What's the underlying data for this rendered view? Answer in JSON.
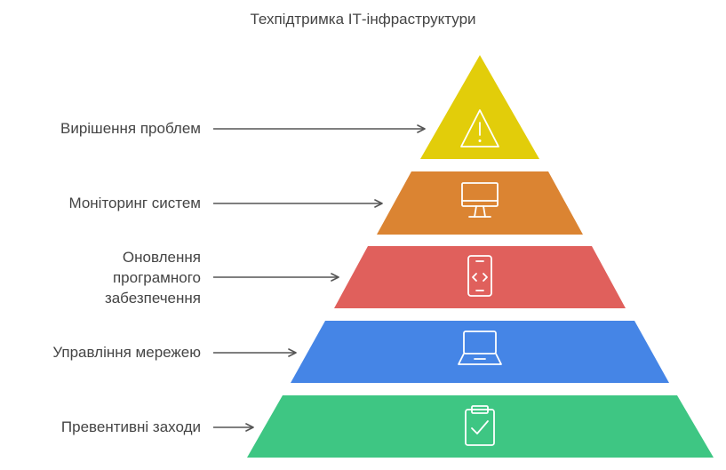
{
  "title": "Техпідтримка ІТ-інфраструктури",
  "levels": [
    {
      "label": "Вирішення проблем",
      "icon": "warning-icon",
      "color": "#e2cd0a"
    },
    {
      "label": "Моніторинг систем",
      "icon": "monitor-icon",
      "color": "#db8432"
    },
    {
      "label_lines": [
        "Оновлення",
        "програмного",
        "забезпечення"
      ],
      "icon": "smartphone-code-icon",
      "color": "#e0605c"
    },
    {
      "label": "Управління мережею",
      "icon": "laptop-icon",
      "color": "#4585e6"
    },
    {
      "label": "Превентивні заходи",
      "icon": "clipboard-check-icon",
      "color": "#3ec683"
    }
  ]
}
